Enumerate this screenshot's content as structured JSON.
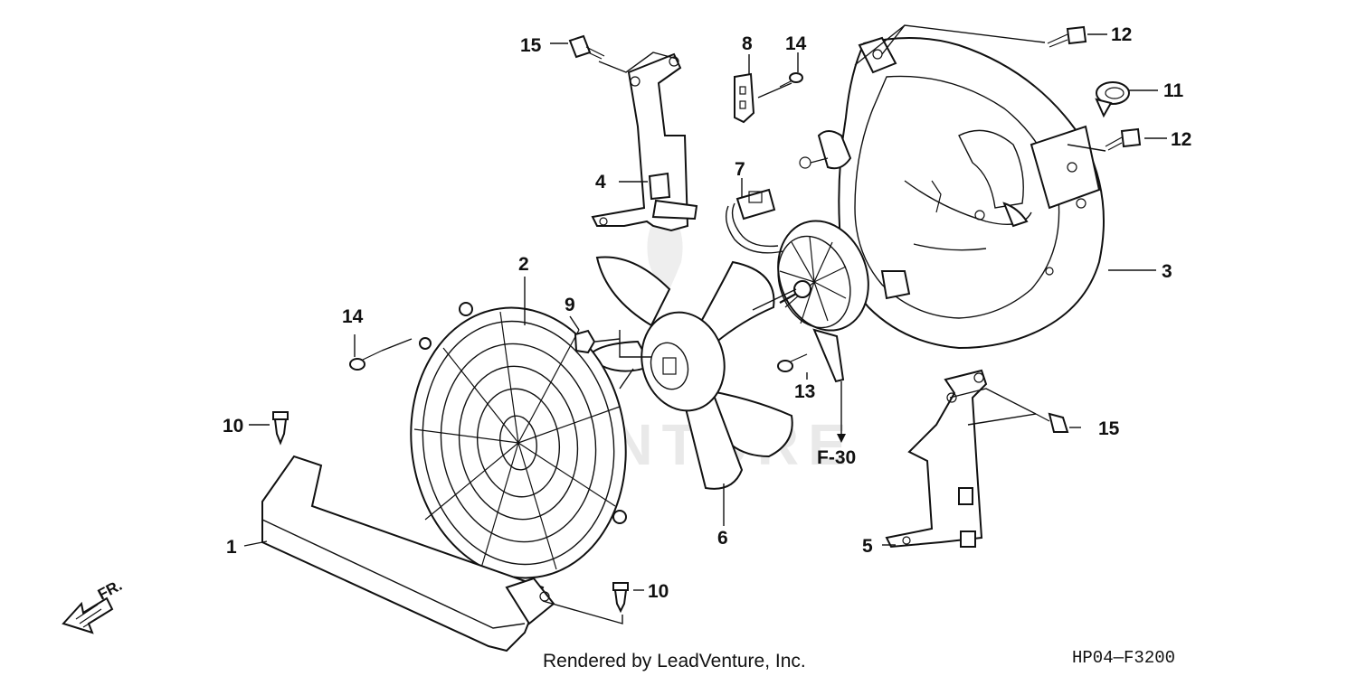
{
  "diagram": {
    "watermark": "VENTURE",
    "parts": {
      "p1": "1",
      "p2": "2",
      "p3": "3",
      "p4": "4",
      "p5": "5",
      "p6": "6",
      "p7": "7",
      "p8": "8",
      "p9": "9",
      "p10a": "10",
      "p10b": "10",
      "p11": "11",
      "p12a": "12",
      "p12b": "12",
      "p13": "13",
      "p14a": "14",
      "p14b": "14",
      "p15a": "15",
      "p15b": "15"
    },
    "reference": "F-30",
    "direction": "FR.",
    "credit": "Rendered by LeadVenture, Inc.",
    "code": "HP04—F3200"
  }
}
